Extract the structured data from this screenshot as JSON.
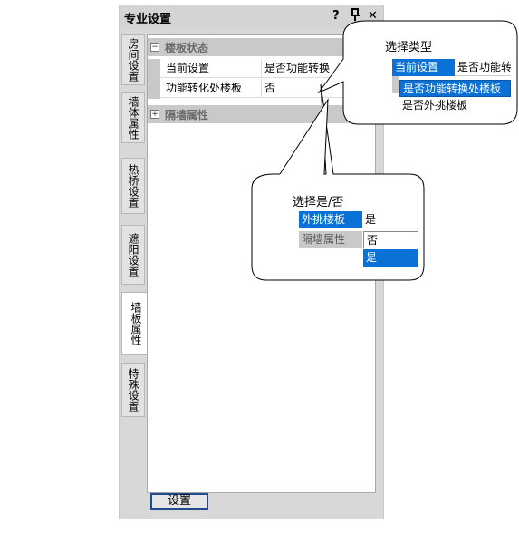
{
  "panel": {
    "title": "专业设置",
    "help_icon": "?",
    "pin_icon": "pin",
    "close_icon": "✕",
    "tabs": [
      "房间设置",
      "墙体属性",
      "热桥设置",
      "遮阳设置",
      "墙板属性",
      "特殊设置"
    ],
    "active_tab": 4,
    "categories": [
      {
        "label": "楼板状态",
        "toggle": "−"
      },
      {
        "label": "隔墙属性",
        "toggle": "+"
      }
    ],
    "rows": [
      {
        "key": "当前设置",
        "value": "是否功能转换"
      },
      {
        "key": "功能转化处楼板",
        "value": "否"
      }
    ],
    "button": "设置"
  },
  "callout1": {
    "title": "选择类型",
    "header_key": "当前设置",
    "header_value": "是否功能转",
    "options": [
      "是否功能转换处楼板",
      "是否外挑楼板"
    ]
  },
  "callout2": {
    "title": "选择是/否",
    "row1_key": "外挑楼板",
    "row1_value": "是",
    "row2_key": "隔墙属性",
    "row2_value": "否",
    "option": "是"
  },
  "colors": {
    "selection": "#0a72d6",
    "category": "#c9c9c9",
    "button_border": "#1f4d8f"
  }
}
